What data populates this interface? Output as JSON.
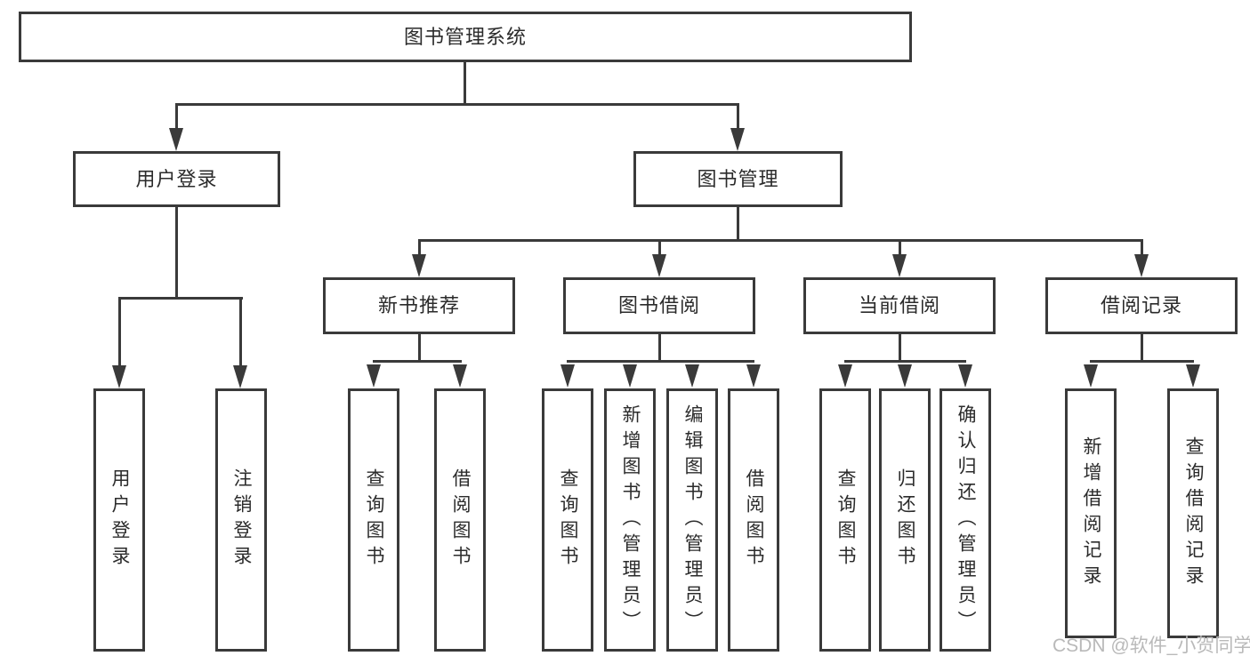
{
  "colors": {
    "line": "#3a3a3a",
    "text": "#2b2b2b",
    "background": "#ffffff",
    "watermark_text": "#b9b9b9"
  },
  "tree": {
    "label": "图书管理系统",
    "children": [
      {
        "label": "用户登录",
        "children": [
          {
            "label": "用户登录"
          },
          {
            "label": "注销登录"
          }
        ]
      },
      {
        "label": "图书管理",
        "children": [
          {
            "label": "新书推荐",
            "children": [
              {
                "label": "查询图书"
              },
              {
                "label": "借阅图书"
              }
            ]
          },
          {
            "label": "图书借阅",
            "children": [
              {
                "label": "查询图书"
              },
              {
                "label": "新增图书（管理员）"
              },
              {
                "label": "编辑图书（管理员）"
              },
              {
                "label": "借阅图书"
              }
            ]
          },
          {
            "label": "当前借阅",
            "children": [
              {
                "label": "查询图书"
              },
              {
                "label": "归还图书"
              },
              {
                "label": "确认归还（管理员）"
              }
            ]
          },
          {
            "label": "借阅记录",
            "children": [
              {
                "label": "新增借阅记录"
              },
              {
                "label": "查询借阅记录"
              }
            ]
          }
        ]
      }
    ]
  },
  "watermark": "CSDN @软件_小贺同学"
}
